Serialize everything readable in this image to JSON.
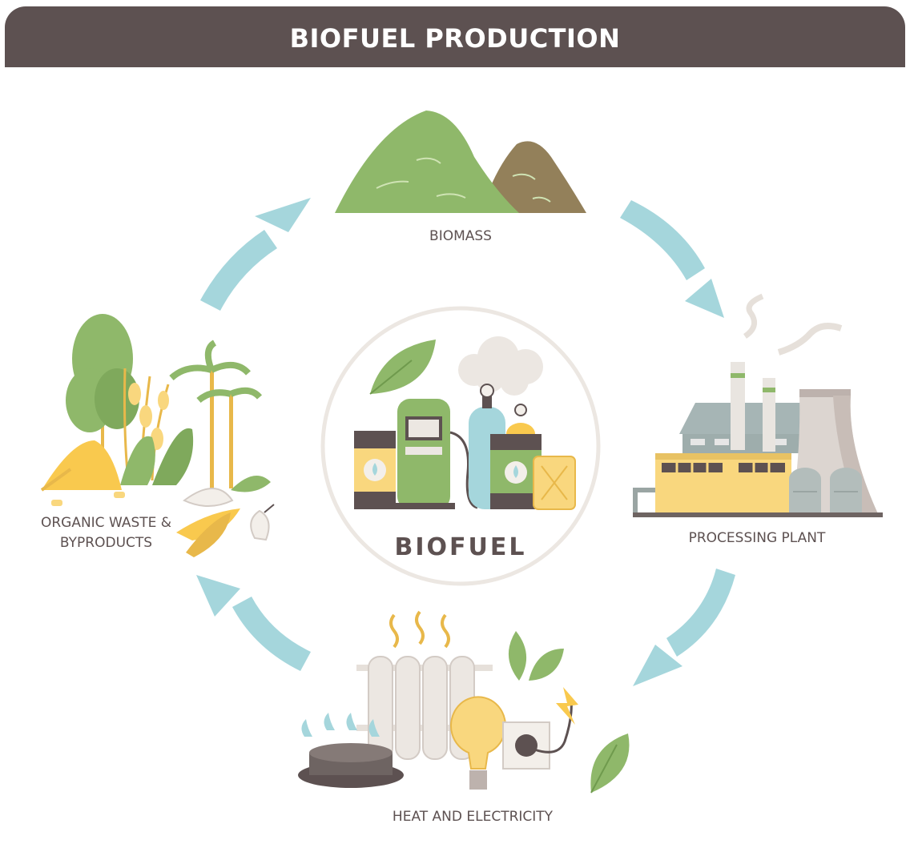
{
  "header": {
    "title": "BIOFUEL PRODUCTION"
  },
  "center": {
    "label": "BIOFUEL"
  },
  "stages": {
    "biomass": "BIOMASS",
    "processing_plant": "PROCESSING PLANT",
    "heat_electricity": "HEAT AND ELECTRICITY",
    "organic_waste": "ORGANIC WASTE & BYPRODUCTS"
  },
  "colors": {
    "banner": "#5d5151",
    "arrow": "#a5d6dc",
    "green": "#8fb86a",
    "yellow": "#f9d77e",
    "text": "#5d5151"
  },
  "icons": {
    "biomass": "biomass-heap-icon",
    "plant": "factory-icon",
    "heat": "radiator-bulb-icon",
    "waste": "organic-waste-icon",
    "center": "fuel-station-icon"
  }
}
